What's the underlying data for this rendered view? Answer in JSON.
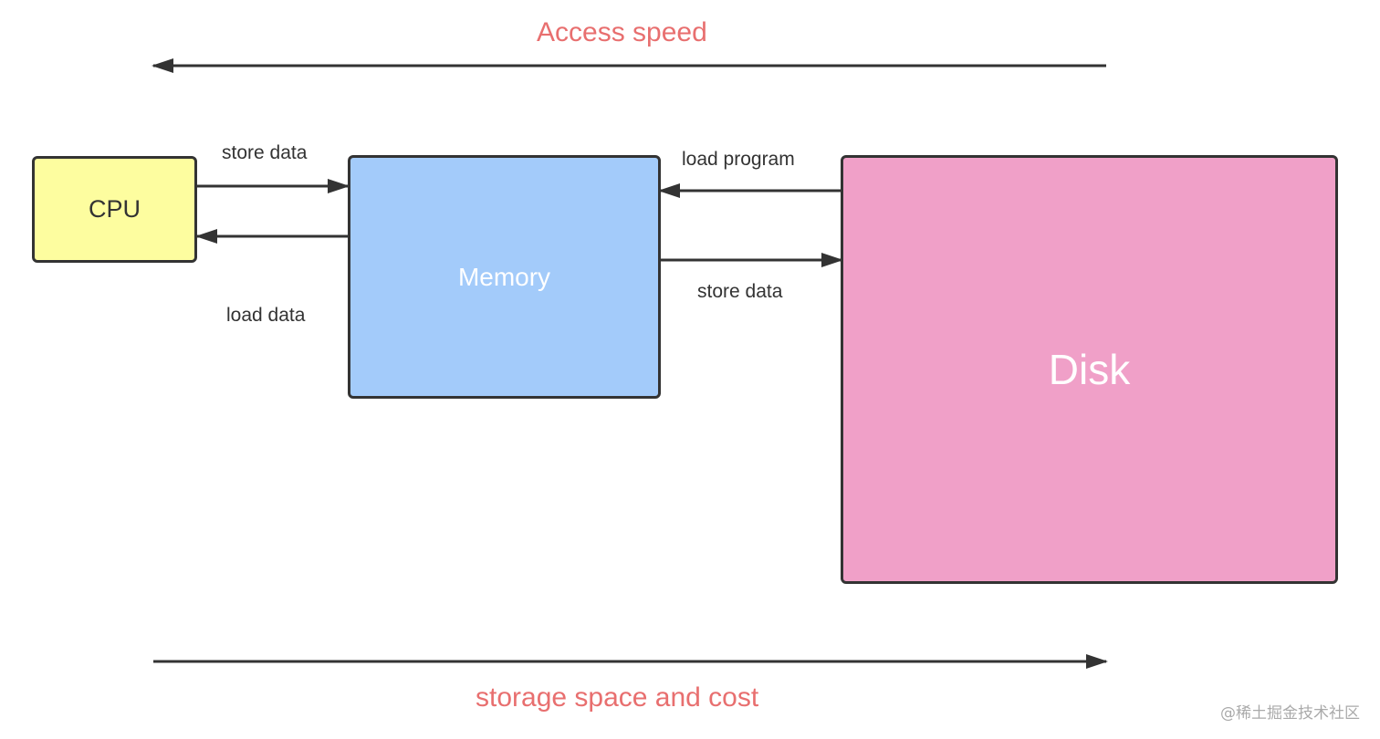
{
  "title": "Access speed",
  "bottom_label": "storage space and cost",
  "components": {
    "cpu": {
      "label": "CPU",
      "fill": "#fdfd9f"
    },
    "memory": {
      "label": "Memory",
      "fill": "#a3cbfa"
    },
    "disk": {
      "label": "Disk",
      "fill": "#f0a0c8"
    }
  },
  "edges": {
    "cpu_to_memory": "store data",
    "memory_to_cpu": "load data",
    "disk_to_memory": "load program",
    "memory_to_disk": "store data"
  },
  "colors": {
    "accent": "#e86f6f",
    "stroke": "#333333"
  },
  "watermark": "@稀土掘金技术社区"
}
